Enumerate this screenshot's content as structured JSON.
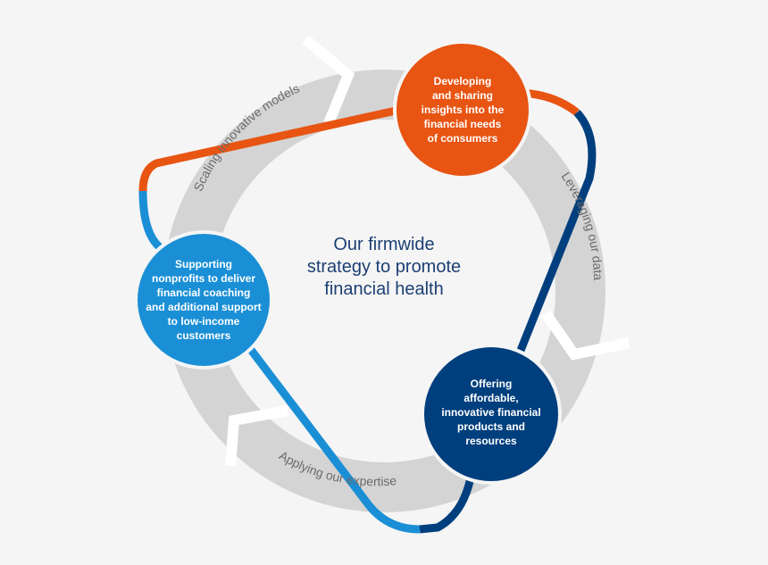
{
  "center_title": {
    "line1": "Our firmwide",
    "line2": "strategy to promote",
    "line3": "financial health"
  },
  "nodes": {
    "top": {
      "color": "#e85412",
      "lines": [
        "Developing",
        "and sharing",
        "insights into the",
        "financial needs",
        "of consumers"
      ]
    },
    "left": {
      "color": "#1a8fd6",
      "lines": [
        "Supporting",
        "nonprofits to deliver",
        "financial coaching",
        "and additional support",
        "to low-income",
        "customers"
      ]
    },
    "bottom": {
      "color": "#003f7d",
      "lines": [
        "Offering",
        "affordable,",
        "innovative financial",
        "products and",
        "resources"
      ]
    }
  },
  "band_labels": {
    "top_left": "Scaling innovative models",
    "right": "Leveraging our data",
    "bottom": "Applying our expertise"
  },
  "colors": {
    "ring": "#d4d4d4",
    "arrow": "#ffffff",
    "orange": "#e85412",
    "light_blue": "#1a8fd6",
    "dark_blue": "#003f7d",
    "center_text": "#1c3f74"
  }
}
